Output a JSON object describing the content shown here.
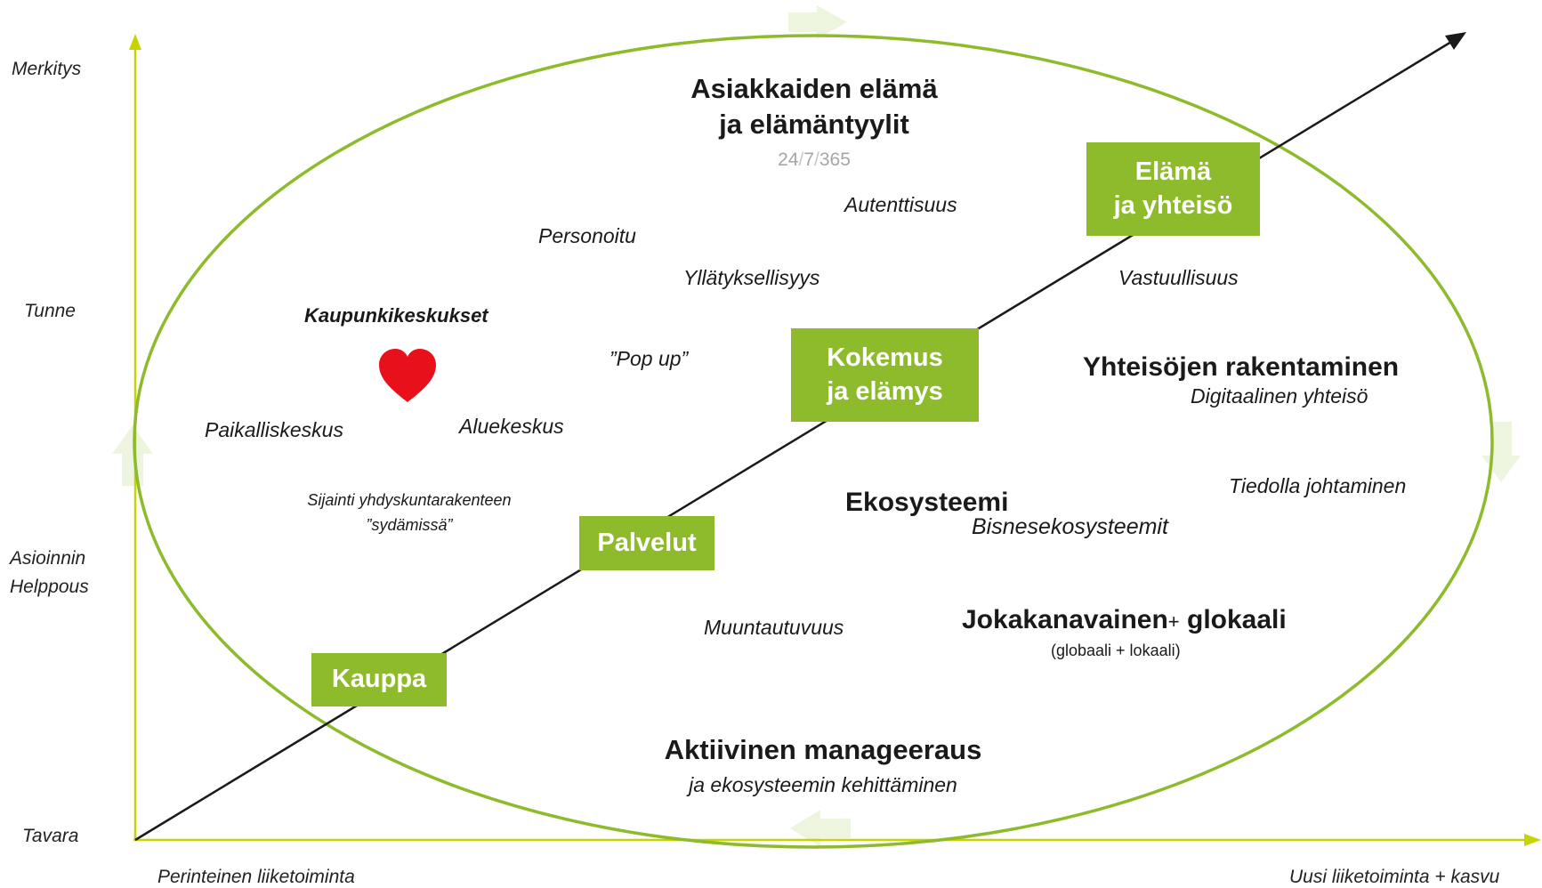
{
  "y_axis_labels": {
    "meaning": "Merkitys",
    "emotion": "Tunne",
    "ease_line1": "Asioinnin",
    "ease_line2": "Helppous",
    "goods": "Tavara"
  },
  "x_axis_labels": {
    "traditional": "Perinteinen liiketoiminta",
    "new": "Uusi liiketoiminta + kasvu"
  },
  "stages": {
    "kauppa": "Kauppa",
    "palvelut": "Palvelut",
    "kokemus_line1": "Kokemus",
    "kokemus_line2": "ja elämys",
    "elama_line1": "Elämä",
    "elama_line2": "ja yhteisö"
  },
  "headline": {
    "line1": "Asiakkaiden elämä",
    "line2": "ja elämäntyylit",
    "time_24": "24",
    "sep1": "/",
    "time_7": "7",
    "sep2": "/",
    "time_365": "365"
  },
  "concepts": {
    "autenttisuus": "Autenttisuus",
    "personoitu": "Personoitu",
    "yllatyksellisyys": "Yllätyksellisyys",
    "vastuullisuus": "Vastuullisuus",
    "kaupunkikeskukset": "Kaupunkikeskukset",
    "pop_up": "”Pop up”",
    "paikalliskeskus": "Paikalliskeskus",
    "aluekeskus": "Aluekeskus",
    "sijainti_line1": "Sijainti yhdyskuntarakenteen",
    "sijainti_line2": "”sydämissä”",
    "yhteisojen": "Yhteisöjen rakentaminen",
    "digitaalinen": "Digitaalinen yhteisö",
    "tiedolla": "Tiedolla johtaminen",
    "ekosysteemi": "Ekosysteemi",
    "bisnes": "Bisnesekosysteemit",
    "muuntautuvuus": "Muuntautuvuus",
    "jokakanavainen": "Jokakanavainen",
    "plus": "+",
    "glokaali": "glokaali",
    "glokaali_sub": "(globaali + lokaali)",
    "aktiivinen": "Aktiivinen manageeraus",
    "ekosysteemin": "ja ekosysteemin kehittäminen"
  },
  "icons": {
    "heart": "heart-icon",
    "cycle_arrows": "cycle-arrow-icon"
  },
  "colors": {
    "axis": "#c8d400",
    "ellipse": "#8dbb2c",
    "stage_box": "#8dbb2c",
    "cycle_arrow": "#eef5de",
    "heart": "#e8101a",
    "diagonal": "#1a1a1a",
    "time_text": "#a6a6a6"
  }
}
